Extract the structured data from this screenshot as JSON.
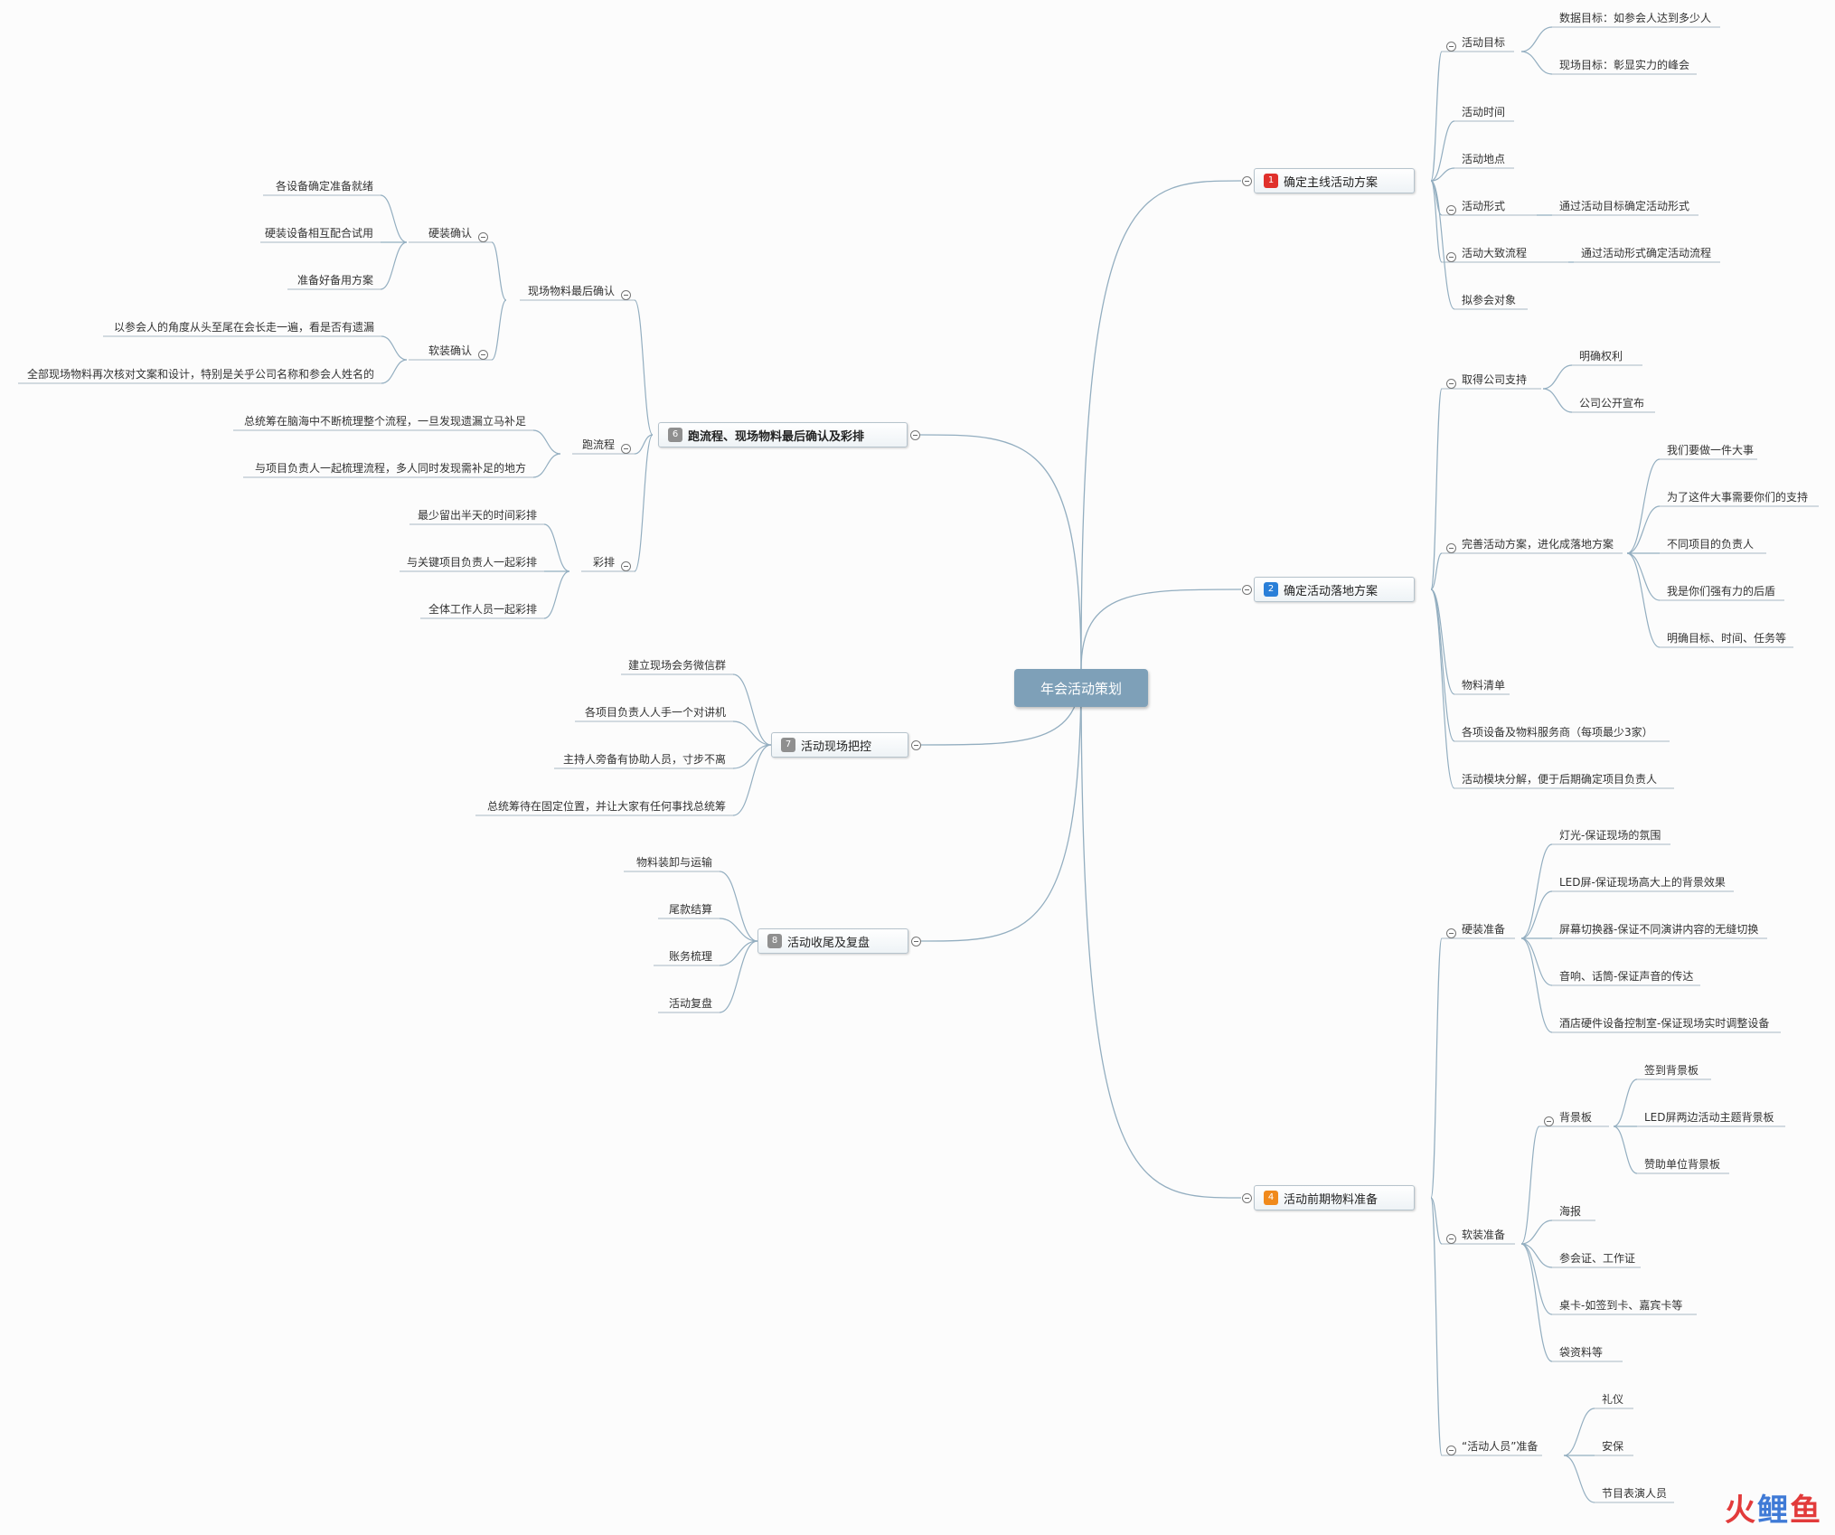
{
  "root": "年会活动策划",
  "colors": {
    "line": "#93aec0",
    "underline": "#a9b9c4",
    "root": "#7ea0b8",
    "b1": "#e0312c",
    "b2": "#2a7fd8",
    "b4": "#f08a1c",
    "b6": "#8f8f8f",
    "b7": "#8f8f8f",
    "b8": "#8f8f8f"
  },
  "b1": {
    "badge": "1",
    "title": "确定主线活动方案",
    "goal": "活动目标",
    "goal_a": "数据目标：如参会人达到多少人",
    "goal_b": "现场目标：彰显实力的峰会",
    "time": "活动时间",
    "place": "活动地点",
    "form": "活动形式",
    "form_a": "通过活动目标确定活动形式",
    "flow": "活动大致流程",
    "flow_a": "通过活动形式确定活动流程",
    "target": "拟参会对象"
  },
  "b2": {
    "badge": "2",
    "title": "确定活动落地方案",
    "support": "取得公司支持",
    "support_a": "明确权利",
    "support_b": "公司公开宣布",
    "plan": "完善活动方案，进化成落地方案",
    "plan_a": "我们要做一件大事",
    "plan_b": "为了这件大事需要你们的支持",
    "plan_c": "不同项目的负责人",
    "plan_d": "我是你们强有力的后盾",
    "plan_e": "明确目标、时间、任务等",
    "list": "物料清单",
    "vendor": "各项设备及物料服务商（每项最少3家）",
    "module": "活动模块分解，便于后期确定项目负责人"
  },
  "b4": {
    "badge": "4",
    "title": "活动前期物料准备",
    "hard": "硬装准备",
    "hard_a": "灯光-保证现场的氛围",
    "hard_b": "LED屏-保证现场高大上的背景效果",
    "hard_c": "屏幕切换器-保证不同演讲内容的无缝切换",
    "hard_d": "音响、话筒-保证声音的传达",
    "hard_e": "酒店硬件设备控制室-保证现场实时调整设备",
    "soft": "软装准备",
    "board": "背景板",
    "board_a": "签到背景板",
    "board_b": "LED屏两边活动主题背景板",
    "board_c": "赞助单位背景板",
    "poster": "海报",
    "card": "参会证、工作证",
    "desk": "桌卡-如签到卡、嘉宾卡等",
    "bag": "袋资料等",
    "staff": "“活动人员”准备",
    "staff_a": "礼仪",
    "staff_b": "安保",
    "staff_c": "节目表演人员"
  },
  "b6": {
    "badge": "6",
    "title": "跑流程、现场物料最后确认及彩排",
    "confirm": "现场物料最后确认",
    "hardc": "硬装确认",
    "hardc_a": "各设备确定准备就绪",
    "hardc_b": "硬装设备相互配合试用",
    "hardc_c": "准备好备用方案",
    "softc": "软装确认",
    "softc_a": "以参会人的角度从头至尾在会长走一遍，看是否有遗漏",
    "softc_b": "全部现场物料再次核对文案和设计，特别是关乎公司名称和参会人姓名的",
    "run": "跑流程",
    "run_a": "总统筹在脑海中不断梳理整个流程，一旦发现遗漏立马补足",
    "run_b": "与项目负责人一起梳理流程，多人同时发现需补足的地方",
    "rehearse": "彩排",
    "reh_a": "最少留出半天的时间彩排",
    "reh_b": "与关键项目负责人一起彩排",
    "reh_c": "全体工作人员一起彩排"
  },
  "b7": {
    "badge": "7",
    "title": "活动现场把控",
    "a": "建立现场会务微信群",
    "b": "各项目负责人人手一个对讲机",
    "c": "主持人旁备有协助人员，寸步不离",
    "d": "总统筹待在固定位置，并让大家有任何事找总统筹"
  },
  "b8": {
    "badge": "8",
    "title": "活动收尾及复盘",
    "a": "物料装卸与运输",
    "b": "尾款结算",
    "c": "账务梳理",
    "d": "活动复盘"
  },
  "watermark": {
    "w1": "火",
    "w2": "鲤",
    "w3": "鱼"
  }
}
